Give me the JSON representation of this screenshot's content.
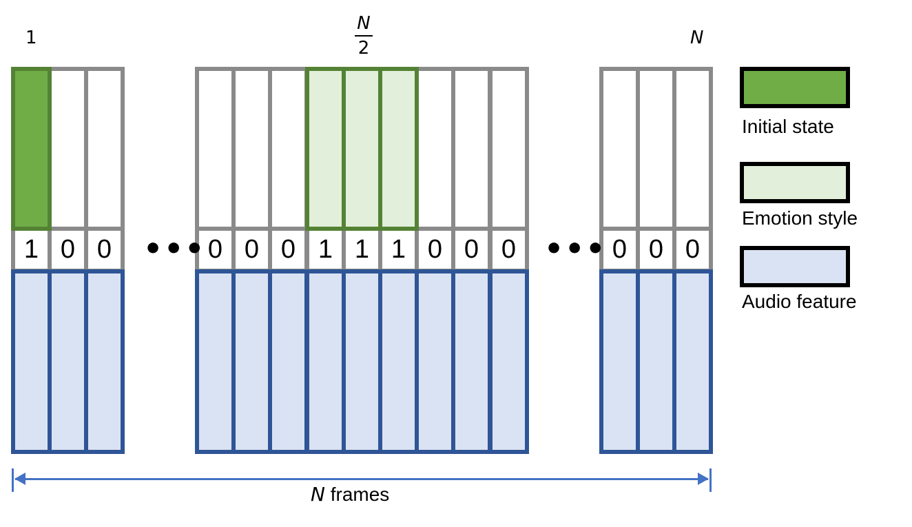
{
  "labels": {
    "start": "1",
    "mid_numerator": "N",
    "mid_denominator": "2",
    "end": "N"
  },
  "groups": [
    {
      "flags": [
        "1",
        "0",
        "0"
      ],
      "styles": [
        "init",
        "plain",
        "plain"
      ]
    },
    {
      "flags": [
        "0",
        "0",
        "0",
        "1",
        "1",
        "1",
        "0",
        "0",
        "0"
      ],
      "styles": [
        "plain",
        "plain",
        "plain",
        "emo",
        "emo",
        "emo",
        "plain",
        "plain",
        "plain"
      ]
    },
    {
      "flags": [
        "0",
        "0",
        "0"
      ],
      "styles": [
        "plain",
        "plain",
        "plain"
      ]
    }
  ],
  "ellipsis": "•••",
  "legend": [
    {
      "label": "Initial state",
      "style": "init"
    },
    {
      "label": "Emotion style",
      "style": "emo"
    },
    {
      "label": "Audio feature",
      "style": "audio"
    }
  ],
  "span": {
    "variable": "N",
    "text": " frames"
  },
  "colors": {
    "grey_border": "#8a8a8a",
    "init_fill": "#70ad47",
    "green_border": "#548235",
    "emo_fill": "#e2efda",
    "audio_fill": "#dae3f3",
    "audio_border": "#2f5597",
    "arrow": "#4472c4"
  }
}
